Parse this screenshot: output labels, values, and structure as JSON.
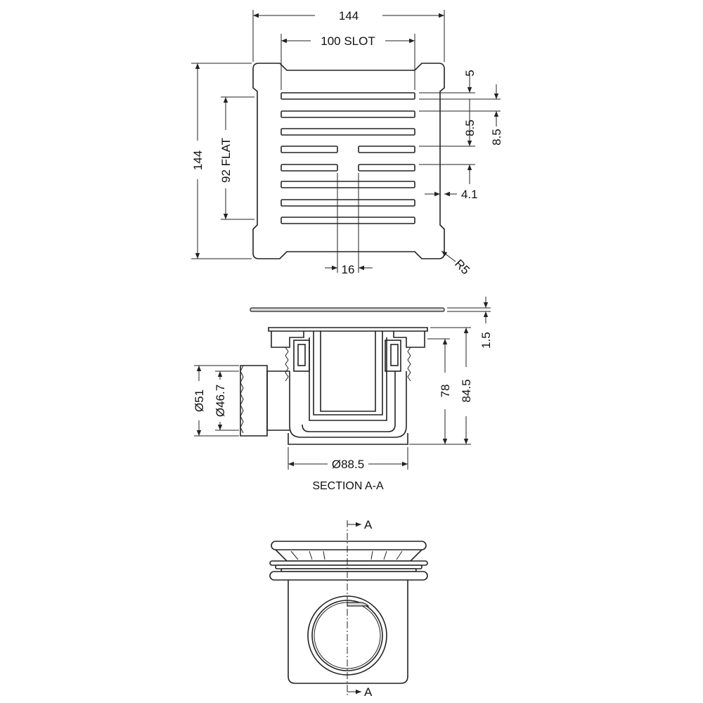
{
  "top_view": {
    "width": "144",
    "slot_width": "100  SLOT",
    "height": "144",
    "flat": "92  FLAT",
    "slot_gap_right": "5",
    "pitch_inner": "8.5",
    "pitch_outer": "8.5",
    "side_gap": "4.1",
    "center_gap": "16",
    "corner_radius": "R5"
  },
  "section": {
    "grate_thickness": "1.5",
    "depth_inner": "78",
    "depth_total": "84.5",
    "outer_dia": "Ø51",
    "inner_dia": "Ø46.7",
    "body_dia": "Ø88.5",
    "caption": "SECTION A-A"
  },
  "front_view": {
    "label_top": "A",
    "label_bottom": "A"
  }
}
